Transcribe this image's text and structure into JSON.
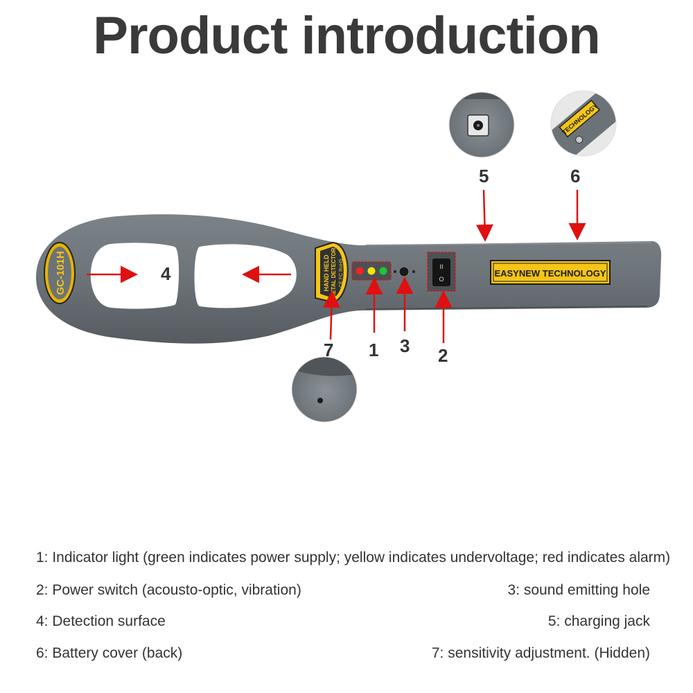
{
  "title": "Product introduction",
  "device": {
    "model_label": "GC-101H",
    "badge_line1": "HAND HELD",
    "badge_line2": "METAL DETECTOR",
    "badge_line3": "CE FC RoHS",
    "brand_label": "EASYNEW TECHNOLOGY",
    "cover_label": "TECHNOLOGY",
    "switch_on": "II",
    "switch_off": "O"
  },
  "callouts": {
    "n1": "1",
    "n2": "2",
    "n3": "3",
    "n4": "4",
    "n5": "5",
    "n6": "6",
    "n7": "7"
  },
  "colors": {
    "body": "#6f767c",
    "body_dark": "#565c61",
    "arrow": "#e01010",
    "badge_yellow": "#f5c518",
    "led_red": "#ff2020",
    "led_yellow": "#f2e600",
    "led_green": "#22c530"
  },
  "descriptions": {
    "d1": "1: Indicator light (green indicates power supply; yellow indicates undervoltage; red indicates alarm)",
    "d2": "2: Power switch (acousto-optic, vibration)",
    "d3": "3: sound emitting hole",
    "d4": "4: Detection surface",
    "d5": "5: charging jack",
    "d6": "6: Battery cover (back)",
    "d7": "7: sensitivity adjustment. (Hidden)"
  }
}
